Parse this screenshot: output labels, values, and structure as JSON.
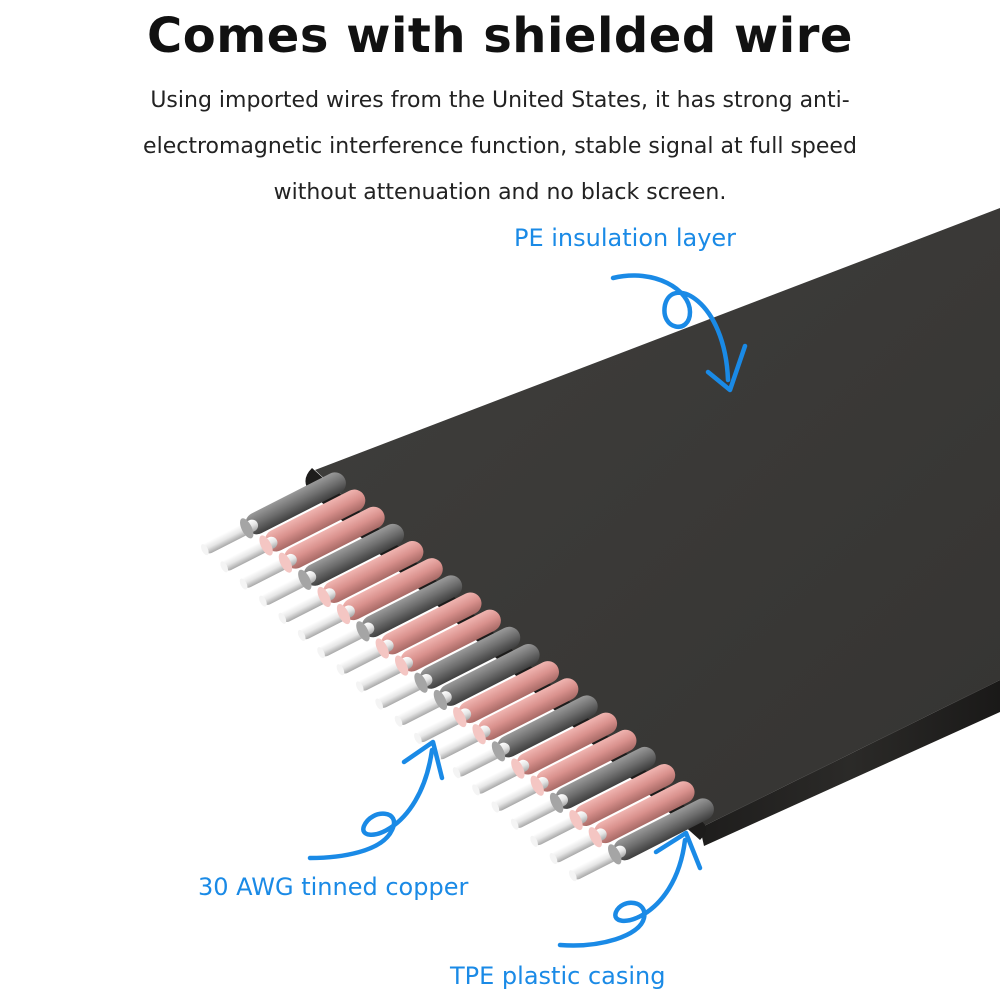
{
  "title": "Comes with shielded wire",
  "description": {
    "line1": "Using imported wires from the United States, it has strong anti-",
    "line2": "electromagnetic interference function, stable signal at full speed",
    "line3": "without attenuation and no black screen."
  },
  "labels": {
    "pe": "PE insulation layer",
    "awg": "30 AWG tinned copper",
    "tpe": "TPE plastic casing"
  },
  "colors": {
    "accent": "#1a8ae6",
    "cable": "#3c3b39",
    "pink_wire": "#d9918d",
    "gray_wire": "#6f6f6f"
  },
  "wire_pattern": [
    "gray",
    "pink",
    "pink",
    "gray",
    "pink",
    "pink",
    "gray",
    "pink",
    "pink",
    "gray",
    "gray",
    "pink",
    "pink",
    "gray",
    "pink",
    "pink",
    "gray",
    "pink",
    "pink",
    "gray"
  ]
}
